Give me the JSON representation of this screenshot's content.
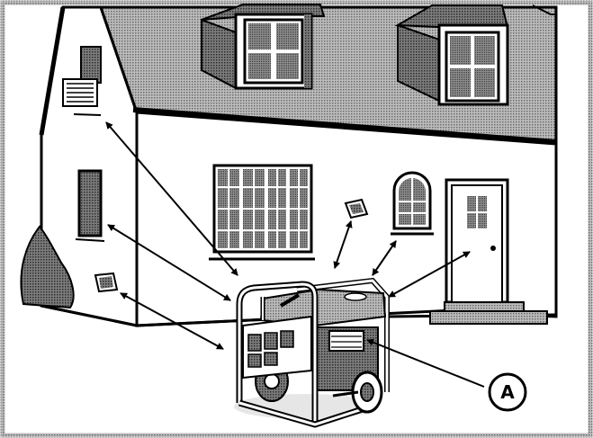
{
  "diagram": {
    "callout_label": "A",
    "colors": {
      "outline": "#000000",
      "roof": "#8a8a8a",
      "dormer_roof": "#555555",
      "window_glass": "#6f6f6f",
      "wall": "#ffffff",
      "bush": "#3a3a3a",
      "frame_border": "#7a7a7a"
    },
    "elements": {
      "house": "house-illustration",
      "generator": "portable-generator",
      "arrows": [
        "arrow-attic-vent",
        "arrow-side-window",
        "arrow-crawlspace-vent",
        "arrow-picture-window",
        "arrow-wall-vent",
        "arrow-arched-window",
        "arrow-front-door",
        "arrow-exhaust-callout"
      ]
    }
  }
}
